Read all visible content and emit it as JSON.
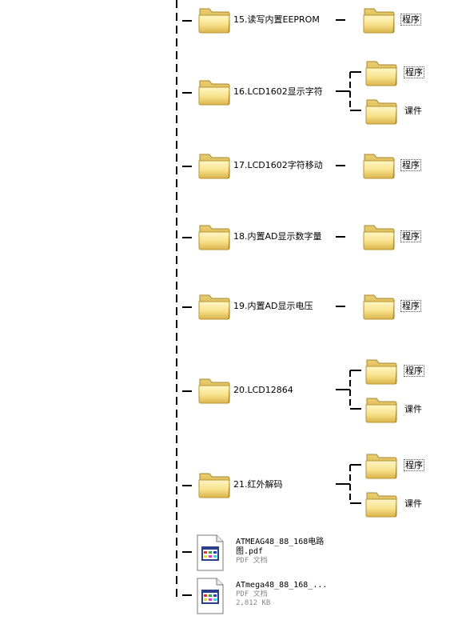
{
  "nodes": [
    {
      "label": "15.读写内置EEPROM",
      "children": [
        "程序"
      ]
    },
    {
      "label": "16.LCD1602显示字符",
      "children": [
        "程序",
        "课件"
      ]
    },
    {
      "label": "17.LCD1602字符移动",
      "children": [
        "程序"
      ]
    },
    {
      "label": "18.内置AD显示数字量",
      "children": [
        "程序"
      ]
    },
    {
      "label": "19.内置AD显示电压",
      "children": [
        "程序"
      ]
    },
    {
      "label": "20.LCD12864",
      "children": [
        "程序",
        "课件"
      ]
    },
    {
      "label": "21.红外解码",
      "children": [
        "程序",
        "课件"
      ]
    }
  ],
  "files": [
    {
      "name_line1": "ATMEAG48_88_168电路",
      "name_line2": "图.pdf",
      "type": "PDF 文档",
      "size": ""
    },
    {
      "name_line1": "ATmega48_88_168_...",
      "name_line2": "",
      "type": "PDF 文档",
      "size": "2,812 KB"
    }
  ],
  "icons": {
    "folder": "folder-icon",
    "pdf": "pdf-file-icon"
  }
}
